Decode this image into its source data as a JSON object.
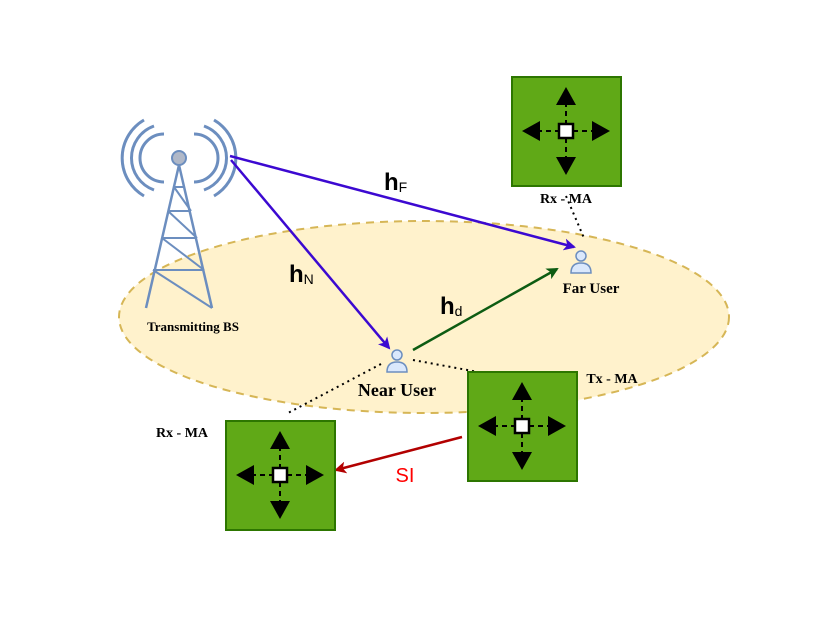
{
  "labels": {
    "bs": "Transmitting BS",
    "near_user": "Near User",
    "far_user": "Far User",
    "rx_ma_top": "Rx - MA",
    "rx_ma_left": "Rx - MA",
    "tx_ma": "Tx - MA",
    "si": "SI"
  },
  "channels": {
    "hF": {
      "main": "h",
      "sub": "F"
    },
    "hN": {
      "main": "h",
      "sub": "N"
    },
    "hd": {
      "main": "h",
      "sub": "d"
    }
  },
  "colors": {
    "ellipse_fill": "#fff2cc",
    "ellipse_stroke": "#d6b656",
    "bs_link": "#3c09d1",
    "direct_link": "#0d5c12",
    "si_link": "#b20000",
    "si_text": "#ff0000",
    "ma_fill": "#60a917",
    "ma_stroke": "#2d7600",
    "tower": "#6c8ebf",
    "user_icon": "#6c8ebf"
  },
  "icons": {
    "bs": "antenna-tower-icon",
    "user": "user-icon",
    "ma": "move-arrows-icon"
  }
}
